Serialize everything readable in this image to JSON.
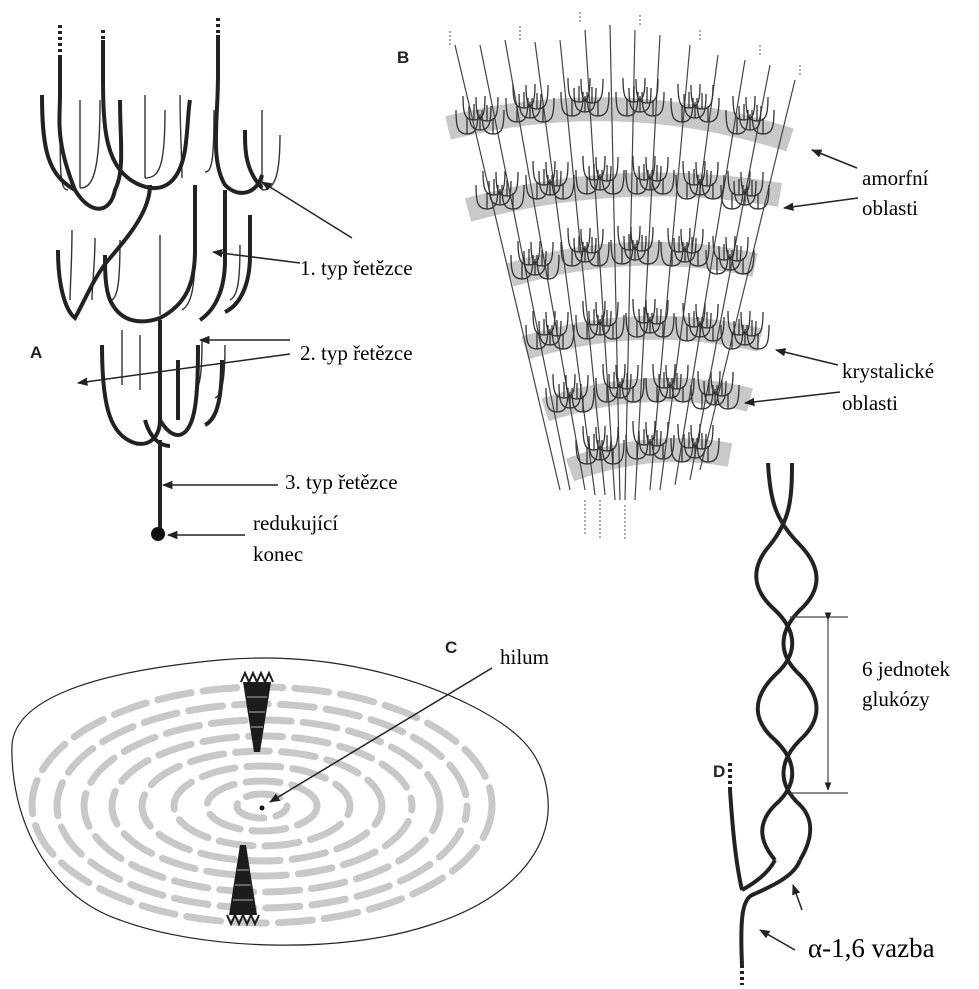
{
  "panel_a": {
    "letter": "A",
    "chain_type_1": "1. typ řetězce",
    "chain_type_2": "2. typ řetězce",
    "chain_type_3": "3. typ řetězce",
    "reducing_end_line1": "redukující",
    "reducing_end_line2": "konec"
  },
  "panel_b": {
    "letter": "B",
    "amorphous_line1": "amorfní",
    "amorphous_line2": "oblasti",
    "crystalline_line1": "krystalické",
    "crystalline_line2": "oblasti"
  },
  "panel_c": {
    "letter": "C",
    "hilum": "hilum"
  },
  "panel_d": {
    "letter": "D",
    "units_line1": "6 jednotek",
    "units_line2": "glukózy",
    "bond": "α-1,6 vazba"
  },
  "colors": {
    "line": "#222222",
    "band": "#c8c8c8",
    "ring": "#c8c8c8"
  }
}
